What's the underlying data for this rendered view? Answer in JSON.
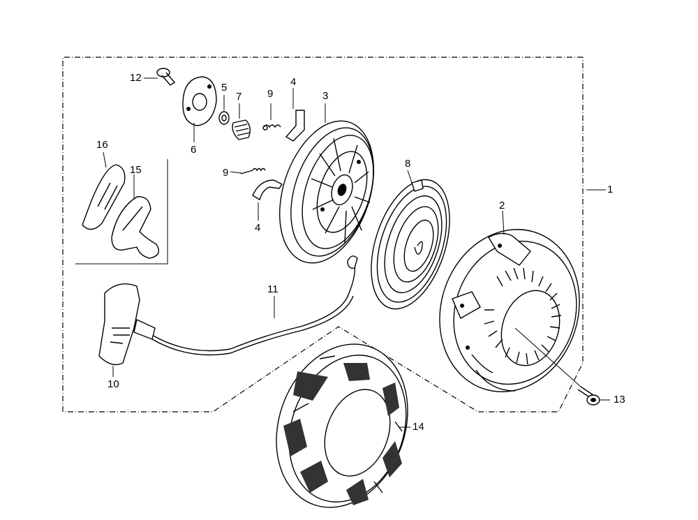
{
  "diagram": {
    "callouts": [
      "1",
      "2",
      "3",
      "4",
      "4",
      "5",
      "6",
      "7",
      "8",
      "9",
      "9",
      "10",
      "11",
      "12",
      "13",
      "14",
      "15",
      "16"
    ]
  }
}
